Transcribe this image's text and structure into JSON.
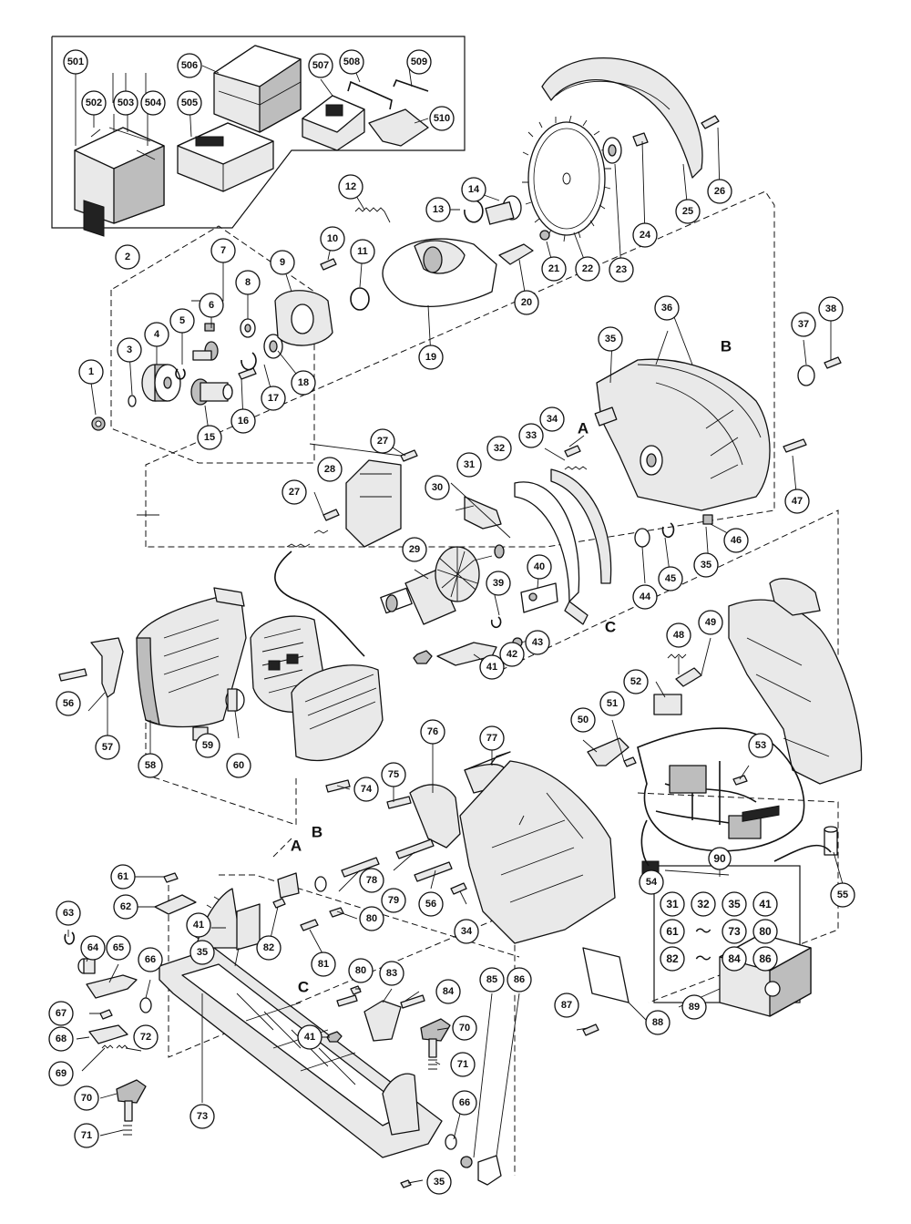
{
  "diagram": {
    "callouts": [
      {
        "id": "501",
        "label": "501"
      },
      {
        "id": "502",
        "label": "502"
      },
      {
        "id": "503",
        "label": "503"
      },
      {
        "id": "504",
        "label": "504"
      },
      {
        "id": "505",
        "label": "505"
      },
      {
        "id": "506",
        "label": "506"
      },
      {
        "id": "507",
        "label": "507"
      },
      {
        "id": "508",
        "label": "508"
      },
      {
        "id": "509",
        "label": "509"
      },
      {
        "id": "510",
        "label": "510"
      },
      {
        "id": "1",
        "label": "1"
      },
      {
        "id": "2",
        "label": "2"
      },
      {
        "id": "3",
        "label": "3"
      },
      {
        "id": "4",
        "label": "4"
      },
      {
        "id": "5",
        "label": "5"
      },
      {
        "id": "6",
        "label": "6"
      },
      {
        "id": "7",
        "label": "7"
      },
      {
        "id": "8",
        "label": "8"
      },
      {
        "id": "9",
        "label": "9"
      },
      {
        "id": "10",
        "label": "10"
      },
      {
        "id": "11",
        "label": "11"
      },
      {
        "id": "12",
        "label": "12"
      },
      {
        "id": "13",
        "label": "13"
      },
      {
        "id": "14",
        "label": "14"
      },
      {
        "id": "15",
        "label": "15"
      },
      {
        "id": "16",
        "label": "16"
      },
      {
        "id": "17",
        "label": "17"
      },
      {
        "id": "18",
        "label": "18"
      },
      {
        "id": "19",
        "label": "19"
      },
      {
        "id": "20",
        "label": "20"
      },
      {
        "id": "21",
        "label": "21"
      },
      {
        "id": "22",
        "label": "22"
      },
      {
        "id": "23",
        "label": "23"
      },
      {
        "id": "24",
        "label": "24"
      },
      {
        "id": "25",
        "label": "25"
      },
      {
        "id": "26",
        "label": "26"
      },
      {
        "id": "27a",
        "label": "27"
      },
      {
        "id": "27b",
        "label": "27"
      },
      {
        "id": "28",
        "label": "28"
      },
      {
        "id": "29",
        "label": "29"
      },
      {
        "id": "30",
        "label": "30"
      },
      {
        "id": "31",
        "label": "31"
      },
      {
        "id": "32",
        "label": "32"
      },
      {
        "id": "33",
        "label": "33"
      },
      {
        "id": "34a",
        "label": "34"
      },
      {
        "id": "34b",
        "label": "34"
      },
      {
        "id": "35a",
        "label": "35"
      },
      {
        "id": "35b",
        "label": "35"
      },
      {
        "id": "35c",
        "label": "35"
      },
      {
        "id": "35d",
        "label": "35"
      },
      {
        "id": "36",
        "label": "36"
      },
      {
        "id": "37",
        "label": "37"
      },
      {
        "id": "38",
        "label": "38"
      },
      {
        "id": "39",
        "label": "39"
      },
      {
        "id": "40",
        "label": "40"
      },
      {
        "id": "41a",
        "label": "41"
      },
      {
        "id": "41b",
        "label": "41"
      },
      {
        "id": "41c",
        "label": "41"
      },
      {
        "id": "42",
        "label": "42"
      },
      {
        "id": "43",
        "label": "43"
      },
      {
        "id": "44",
        "label": "44"
      },
      {
        "id": "45",
        "label": "45"
      },
      {
        "id": "46",
        "label": "46"
      },
      {
        "id": "47",
        "label": "47"
      },
      {
        "id": "48",
        "label": "48"
      },
      {
        "id": "49",
        "label": "49"
      },
      {
        "id": "50",
        "label": "50"
      },
      {
        "id": "51",
        "label": "51"
      },
      {
        "id": "52",
        "label": "52"
      },
      {
        "id": "53",
        "label": "53"
      },
      {
        "id": "54",
        "label": "54"
      },
      {
        "id": "55",
        "label": "55"
      },
      {
        "id": "56a",
        "label": "56"
      },
      {
        "id": "56b",
        "label": "56"
      },
      {
        "id": "57",
        "label": "57"
      },
      {
        "id": "58",
        "label": "58"
      },
      {
        "id": "59",
        "label": "59"
      },
      {
        "id": "60",
        "label": "60"
      },
      {
        "id": "61",
        "label": "61"
      },
      {
        "id": "62",
        "label": "62"
      },
      {
        "id": "63",
        "label": "63"
      },
      {
        "id": "64",
        "label": "64"
      },
      {
        "id": "65",
        "label": "65"
      },
      {
        "id": "66a",
        "label": "66"
      },
      {
        "id": "66b",
        "label": "66"
      },
      {
        "id": "67",
        "label": "67"
      },
      {
        "id": "68",
        "label": "68"
      },
      {
        "id": "69",
        "label": "69"
      },
      {
        "id": "70a",
        "label": "70"
      },
      {
        "id": "70b",
        "label": "70"
      },
      {
        "id": "71a",
        "label": "71"
      },
      {
        "id": "71b",
        "label": "71"
      },
      {
        "id": "72",
        "label": "72"
      },
      {
        "id": "73",
        "label": "73"
      },
      {
        "id": "74",
        "label": "74"
      },
      {
        "id": "75",
        "label": "75"
      },
      {
        "id": "76",
        "label": "76"
      },
      {
        "id": "77",
        "label": "77"
      },
      {
        "id": "78",
        "label": "78"
      },
      {
        "id": "79",
        "label": "79"
      },
      {
        "id": "80a",
        "label": "80"
      },
      {
        "id": "80b",
        "label": "80"
      },
      {
        "id": "81",
        "label": "81"
      },
      {
        "id": "82",
        "label": "82"
      },
      {
        "id": "83",
        "label": "83"
      },
      {
        "id": "84",
        "label": "84"
      },
      {
        "id": "85",
        "label": "85"
      },
      {
        "id": "86",
        "label": "86"
      },
      {
        "id": "87",
        "label": "87"
      },
      {
        "id": "88",
        "label": "88"
      },
      {
        "id": "89",
        "label": "89"
      },
      {
        "id": "90",
        "label": "90"
      }
    ],
    "letters": [
      {
        "id": "A1",
        "label": "A"
      },
      {
        "id": "B1",
        "label": "B"
      },
      {
        "id": "C1",
        "label": "C"
      },
      {
        "id": "A2",
        "label": "A"
      },
      {
        "id": "B2",
        "label": "B"
      },
      {
        "id": "C2",
        "label": "C"
      }
    ],
    "kit": {
      "title": "90",
      "row1": [
        "31",
        "32",
        "35",
        "41"
      ],
      "row2": {
        "from": "61",
        "tilde": "〜",
        "to": "73",
        "extra": "80"
      },
      "row3": {
        "from": "82",
        "tilde": "〜",
        "to": "84",
        "extra": "86"
      }
    }
  }
}
